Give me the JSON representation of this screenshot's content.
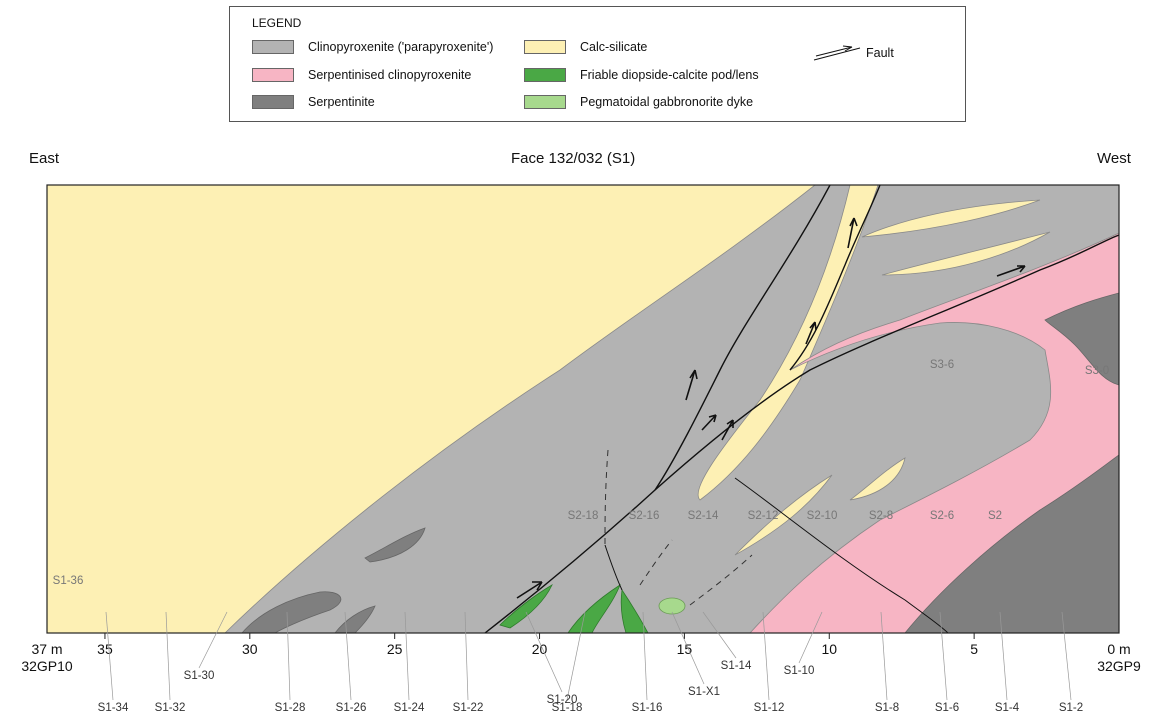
{
  "legend": {
    "title": "LEGEND",
    "items": [
      {
        "label": "Clinopyroxenite ('parapyroxenite')",
        "color": "#b3b3b3"
      },
      {
        "label": "Serpentinised clinopyroxenite",
        "color": "#f7b5c4"
      },
      {
        "label": "Serpentinite",
        "color": "#7f7f7f"
      },
      {
        "label": "Calc-silicate",
        "color": "#fdf0b4"
      },
      {
        "label": "Friable diopside-calcite pod/lens",
        "color": "#4aa845"
      },
      {
        "label": "Pegmatoidal gabbronorite dyke",
        "color": "#a7d98d"
      }
    ],
    "fault_label": "Fault"
  },
  "section": {
    "left_label": "East",
    "title": "Face 132/032 (S1)",
    "right_label": "West"
  },
  "axis": {
    "end_left": "37 m",
    "end_left_sub": "32GP10",
    "end_right": "0 m",
    "end_right_sub": "32GP9",
    "ticks": [
      "35",
      "30",
      "25",
      "20",
      "15",
      "10",
      "5"
    ]
  },
  "samples_bottom": [
    "S1-34",
    "S1-32",
    "S1-28",
    "S1-26",
    "S1-24",
    "S1-22",
    "S1-18",
    "S1-16",
    "S1-12",
    "S1-8",
    "S1-6",
    "S1-4",
    "S1-2"
  ],
  "samples_mid": [
    "S1-30",
    "S1-20",
    "S1-X1",
    "S1-14",
    "S1-10"
  ],
  "samples_inside": [
    "S1-36",
    "S2-18",
    "S2-16",
    "S2-14",
    "S2-12",
    "S2-10",
    "S2-8",
    "S2-6",
    "S2",
    "S3-6",
    "S3-0"
  ]
}
